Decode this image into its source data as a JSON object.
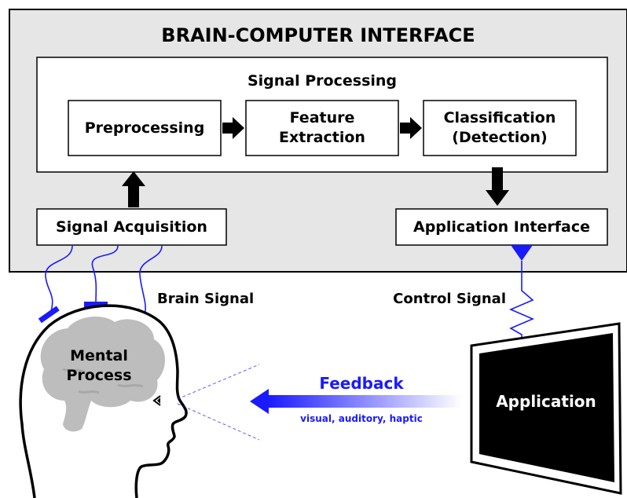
{
  "title": "BRAIN-COMPUTER INTERFACE",
  "signal_processing": {
    "label": "Signal Processing",
    "stages": [
      "Preprocessing",
      "Feature\nExtraction",
      "Classification\n(Detection)"
    ]
  },
  "signal_acquisition": "Signal Acquisition",
  "application_interface": "Application Interface",
  "brain_signal": "Brain Signal",
  "control_signal": "Control Signal",
  "mental_process": "Mental\nProcess",
  "application": "Application",
  "feedback": {
    "label": "Feedback",
    "modalities": "visual, auditory, haptic"
  },
  "colors": {
    "outer_panel": "#e6e6e6",
    "accent": "#1a1aff",
    "brain": "#bdbdbd",
    "arrow": "#000000"
  }
}
